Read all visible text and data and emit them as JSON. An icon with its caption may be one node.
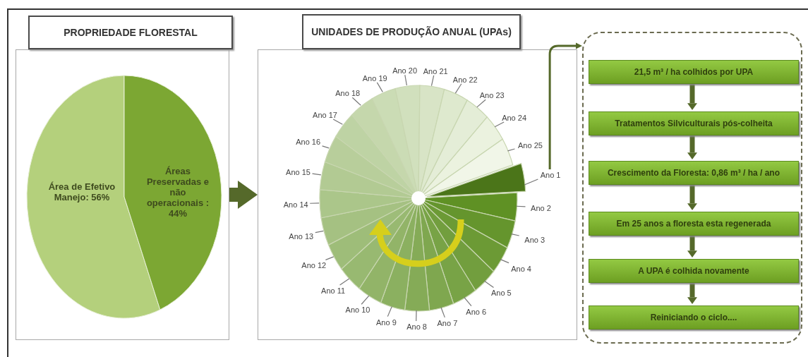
{
  "diagram": {
    "nodes": [
      {
        "text": [
          "PROPRIEDADE FLORESTAL"
        ]
      },
      {
        "text": [],
        "shape": "box"
      },
      {
        "text": [
          "Área de Efetivo Manejo: 56%"
        ],
        "in": 1
      },
      {
        "text": [
          "Áreas Preservadas e não operacionais : 44%"
        ],
        "in": 1
      },
      {
        "text": [
          "UNIDADES DE PRODUÇÃO ANUAL (UPAs)"
        ]
      },
      {
        "text": [],
        "shape": "box"
      },
      {
        "text": [
          "Ano 1"
        ],
        "in": 5
      },
      {
        "text": [
          "Ano 2"
        ],
        "in": 5
      },
      {
        "text": [
          "Ano 3"
        ],
        "in": 5
      },
      {
        "text": [
          "Ano 4"
        ],
        "in": 5
      },
      {
        "text": [
          "Ano 5"
        ],
        "in": 5
      },
      {
        "text": [
          "Ano 6"
        ],
        "in": 5
      },
      {
        "text": [
          "Ano 7"
        ],
        "in": 5
      },
      {
        "text": [
          "Ano 8"
        ],
        "in": 5
      },
      {
        "text": [
          "Ano 9"
        ],
        "in": 5
      },
      {
        "text": [
          "Ano 10"
        ],
        "in": 5
      },
      {
        "text": [
          "Ano 11"
        ],
        "in": 5
      },
      {
        "text": [
          "Ano 12"
        ],
        "in": 5
      },
      {
        "text": [
          "Ano 13"
        ],
        "in": 5
      },
      {
        "text": [
          "Ano 14"
        ],
        "in": 5
      },
      {
        "text": [
          "Ano 15"
        ],
        "in": 5
      },
      {
        "text": [
          "Ano 16"
        ],
        "in": 5
      },
      {
        "text": [
          "Ano 17"
        ],
        "in": 5
      },
      {
        "text": [
          "Ano 18"
        ],
        "in": 5
      },
      {
        "text": [
          "Ano 19"
        ],
        "in": 5
      },
      {
        "text": [
          "Ano 20"
        ],
        "in": 5
      },
      {
        "text": [
          "Ano 21"
        ],
        "in": 5
      },
      {
        "text": [
          "Ano 22"
        ],
        "in": 5
      },
      {
        "text": [
          "Ano 23"
        ],
        "in": 5
      },
      {
        "text": [
          "Ano 24"
        ],
        "in": 5
      },
      {
        "text": [
          "Ano 25"
        ],
        "in": 5
      },
      {
        "text": [],
        "shape": "box"
      },
      {
        "text": [
          "21,5 m³ / ha colhidos por UPA"
        ],
        "in": 31
      },
      {
        "text": [
          "Tratamentos Silviculturais pós-colheita"
        ],
        "in": 31
      },
      {
        "text": [
          "Crescimento da Floresta: 0,86 m³ / ha / ano"
        ],
        "in": 31
      },
      {
        "text": [
          "Em 25 anos a floresta esta regenerada"
        ],
        "in": 31
      },
      {
        "text": [
          "A UPA é colhida novamente"
        ],
        "in": 31
      },
      {
        "text": [
          "Reiniciando o ciclo...."
        ],
        "in": 31
      }
    ],
    "edges": [
      {
        "from": 1,
        "to": 5,
        "arrow": "to",
        "style": "thick",
        "color": "#55692a"
      },
      {
        "from": 6,
        "to": 31,
        "arrow": "to",
        "style": "thick",
        "color": "#55692a"
      },
      {
        "from": 32,
        "to": 33,
        "arrow": "to",
        "style": "thick",
        "color": "#55692a"
      },
      {
        "from": 33,
        "to": 34,
        "arrow": "to",
        "style": "thick",
        "color": "#55692a"
      },
      {
        "from": 34,
        "to": 35,
        "arrow": "to",
        "style": "thick",
        "color": "#55692a"
      },
      {
        "from": 35,
        "to": 36,
        "arrow": "to",
        "style": "thick",
        "color": "#55692a"
      },
      {
        "from": 36,
        "to": 37,
        "arrow": "to",
        "style": "thick",
        "color": "#55692a"
      },
      {
        "from": 6,
        "to": null,
        "arrow": "none"
      },
      {
        "from": 7,
        "to": null,
        "arrow": "none"
      },
      {
        "from": 8,
        "to": null,
        "arrow": "none"
      },
      {
        "from": 9,
        "to": null,
        "arrow": "none"
      },
      {
        "from": 10,
        "to": null,
        "arrow": "none"
      },
      {
        "from": 11,
        "to": null,
        "arrow": "none"
      },
      {
        "from": 12,
        "to": null,
        "arrow": "none"
      },
      {
        "from": 13,
        "to": null,
        "arrow": "none"
      },
      {
        "from": 14,
        "to": null,
        "arrow": "none"
      },
      {
        "from": 15,
        "to": null,
        "arrow": "none"
      },
      {
        "from": 16,
        "to": null,
        "arrow": "none"
      },
      {
        "from": 17,
        "to": null,
        "arrow": "none"
      },
      {
        "from": 18,
        "to": null,
        "arrow": "none"
      },
      {
        "from": 19,
        "to": null,
        "arrow": "none"
      },
      {
        "from": 20,
        "to": null,
        "arrow": "none"
      },
      {
        "from": 21,
        "to": null,
        "arrow": "none"
      },
      {
        "from": 22,
        "to": null,
        "arrow": "none"
      },
      {
        "from": 23,
        "to": null,
        "arrow": "none"
      },
      {
        "from": 24,
        "to": null,
        "arrow": "none"
      },
      {
        "from": 25,
        "to": null,
        "arrow": "none"
      },
      {
        "from": 26,
        "to": null,
        "arrow": "none"
      },
      {
        "from": 27,
        "to": null,
        "arrow": "none"
      },
      {
        "from": 28,
        "to": null,
        "arrow": "none"
      },
      {
        "from": 29,
        "to": null,
        "arrow": "none"
      },
      {
        "from": 30,
        "to": null,
        "arrow": "none"
      }
    ]
  }
}
